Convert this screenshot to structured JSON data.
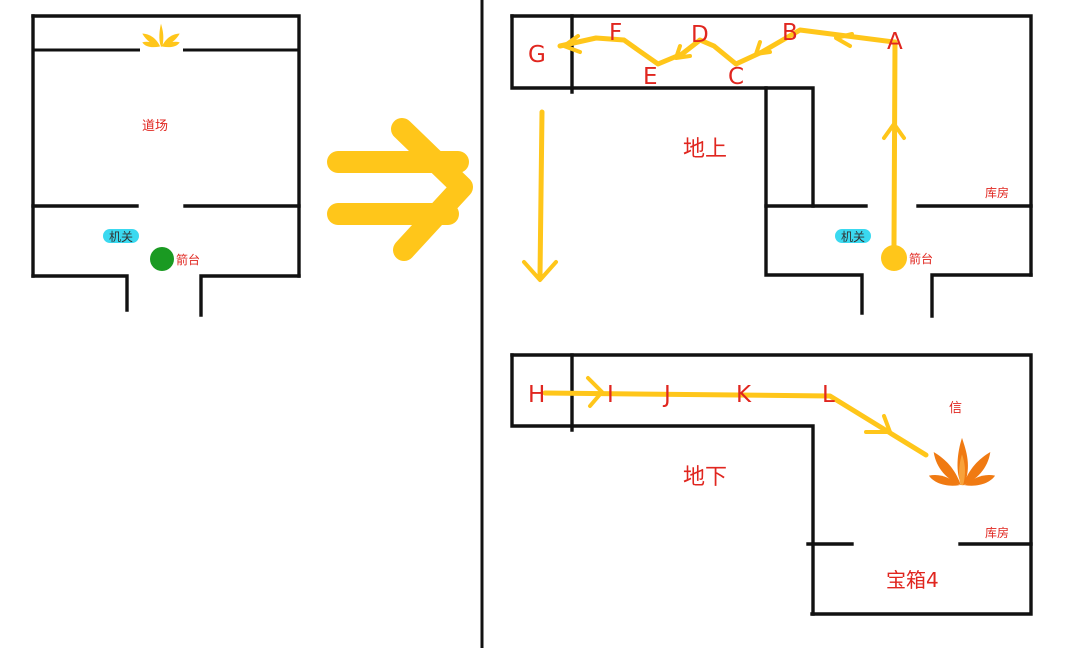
{
  "colors": {
    "wall": "#111111",
    "route": "#ffc61a",
    "label_red": "#e0261f",
    "switch_badge": "#3ad9f0",
    "turret_green": "#1a9a22",
    "turret_yellow": "#ffc61a",
    "fire_orange": "#f07a12"
  },
  "left_map": {
    "room_label": "道场",
    "switch_label": "机关",
    "turret_label": "箭台"
  },
  "right_top": {
    "floor_label": "地上",
    "storage_label": "库房",
    "switch_label": "机关",
    "turret_label": "箭台",
    "waypoints": [
      "A",
      "B",
      "C",
      "D",
      "E",
      "F",
      "G"
    ]
  },
  "right_bottom": {
    "floor_label": "地下",
    "storage_label": "库房",
    "letter_label": "信",
    "chest_label": "宝箱4",
    "waypoints": [
      "H",
      "I",
      "J",
      "K",
      "L"
    ]
  },
  "icons": {
    "fire": "fire-icon",
    "switch": "switch-badge-icon",
    "turret": "turret-dot-icon",
    "arrow": "transition-arrow-icon"
  }
}
